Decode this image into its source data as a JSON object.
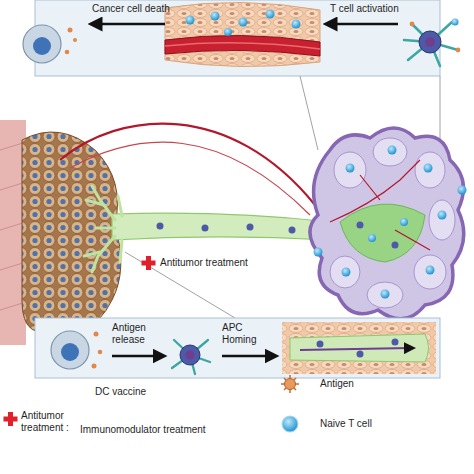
{
  "diagram": {
    "labels": [
      "Cancer cell death",
      "T cell activation",
      "Antitumor treatment",
      "Antigen release",
      "APC Homing",
      "DC vaccine",
      "Immunomodulator treatment"
    ],
    "legend": [
      {
        "text": "Antitumor treatment :"
      },
      {
        "text": "Antigen"
      },
      {
        "text": "Naive T cell"
      }
    ]
  }
}
